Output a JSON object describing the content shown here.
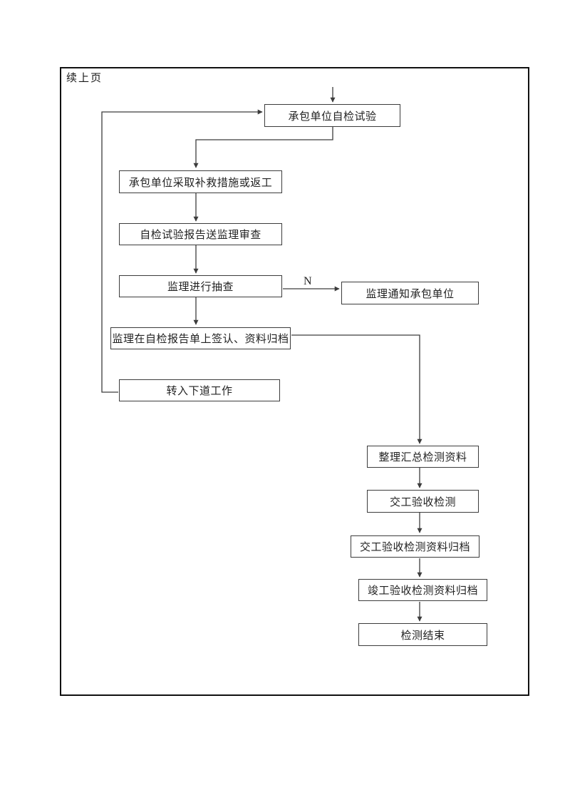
{
  "page": {
    "continued_label": "续上页"
  },
  "flowchart": {
    "nodes": {
      "self_test": "承包单位自检试验",
      "remedial": "承包单位采取补救措施或返工",
      "report_review": "自检试验报告送监理审查",
      "spot_check": "监理进行抽查",
      "notify_contractor": "监理通知承包单位",
      "sign_archive": "监理在自检报告单上签认、资料归档",
      "next_work": "转入下道工作",
      "summarize_data": "整理汇总检测资料",
      "handover_test": "交工验收检测",
      "handover_archive": "交工验收检测资料归档",
      "completion_archive": "竣工验收检测资料归档",
      "test_end": "检测结束"
    },
    "edge_labels": {
      "spot_check_fail": "N"
    },
    "colors": {
      "line": "#3c3c3c",
      "frame": "#111111",
      "background": "#ffffff",
      "text": "#222222"
    }
  }
}
